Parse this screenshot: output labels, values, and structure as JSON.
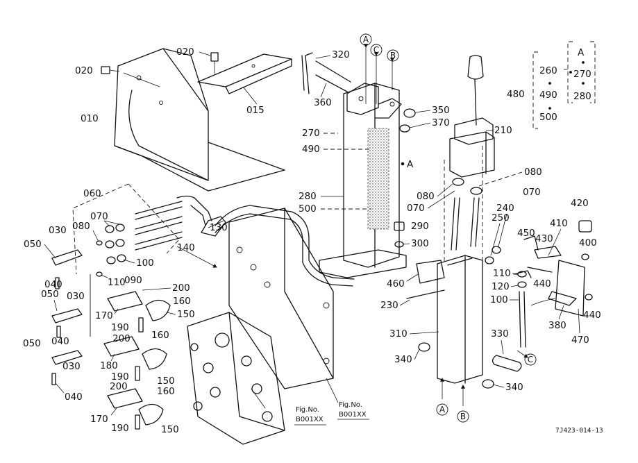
{
  "diagram_id": "7J423-014-13",
  "figure_refs": [
    {
      "label": "Fig.No.",
      "code": "B001XX"
    },
    {
      "label": "Fig.No.",
      "code": "B001XX"
    }
  ],
  "side_marker": "A",
  "callouts": {
    "a": "A",
    "b": "B",
    "c": "C"
  },
  "options_table": {
    "group": "480",
    "left_items": [
      "260",
      "490",
      "500"
    ],
    "right_header": "A",
    "right_items": [
      "270",
      "280"
    ]
  },
  "parts": {
    "p010": "010",
    "p015": "015",
    "p020a": "020",
    "p020b": "020",
    "p030a": "030",
    "p030b": "030",
    "p030c": "030",
    "p040a": "040",
    "p040b": "040",
    "p040c": "040",
    "p050a": "050",
    "p050b": "050",
    "p050c": "050",
    "p060": "060",
    "p070a": "070",
    "p070b": "070",
    "p070c": "070",
    "p080a": "080",
    "p080b": "080",
    "p080c": "080",
    "p090": "090",
    "p100a": "100",
    "p100b": "100",
    "p110a": "110",
    "p110b": "110",
    "p120": "120",
    "p130": "130",
    "p140": "140",
    "p150a": "150",
    "p150b": "150",
    "p150c": "150",
    "p160a": "160",
    "p160b": "160",
    "p160c": "160",
    "p170a": "170",
    "p170b": "170",
    "p180": "180",
    "p190a": "190",
    "p190b": "190",
    "p190c": "190",
    "p200a": "200",
    "p200b": "200",
    "p200c": "200",
    "p210": "210",
    "p230": "230",
    "p240": "240",
    "p250": "250",
    "p270": "270",
    "p280": "280",
    "p290": "290",
    "p300": "300",
    "p310": "310",
    "p320": "320",
    "p330": "330",
    "p340a": "340",
    "p340b": "340",
    "p350": "350",
    "p360": "360",
    "p370": "370",
    "p380": "380",
    "p400": "400",
    "p410": "410",
    "p420": "420",
    "p430": "430",
    "p440a": "440",
    "p440b": "440",
    "p450": "450",
    "p460": "460",
    "p470": "470",
    "p490": "490",
    "p500": "500"
  }
}
